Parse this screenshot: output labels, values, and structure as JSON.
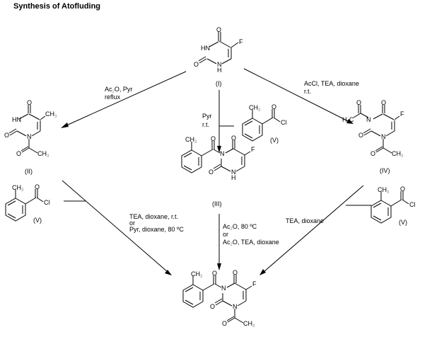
{
  "title": "Synthesis of Atofluding",
  "compounds": {
    "I": {
      "label": "(I)",
      "atoms": {
        "o_top": "O",
        "hn": "HN",
        "f": "F",
        "o_left": "O",
        "n": "N",
        "h": "H"
      }
    },
    "II": {
      "label": "(II)",
      "atoms": {
        "o_top": "O",
        "hn": "HN",
        "ch3": "CH",
        "ch3_sub": "3",
        "o_left": "O",
        "n": "N",
        "o_ac": "O",
        "ch3_ac": "CH",
        "ch3_ac_sub": "3"
      }
    },
    "III": {
      "label": "(III)",
      "atoms": {
        "ch3": "CH",
        "ch3_sub": "3",
        "o_acyl": "O",
        "o_top": "O",
        "n": "N",
        "f": "F",
        "o_left": "O",
        "nh": "N",
        "h": "H"
      }
    },
    "IV": {
      "label": "(IV)",
      "atoms": {
        "o_ac1": "O",
        "o_top": "O",
        "h3c": "H",
        "h3c_sub": "3",
        "h3c_c": "C",
        "n": "N",
        "f": "F",
        "o_left": "O",
        "n2": "N",
        "o_ac2": "O",
        "ch3": "CH",
        "ch3_sub": "3"
      }
    },
    "V": {
      "label": "(V)",
      "atoms": {
        "ch3": "CH",
        "ch3_sub": "3",
        "o": "O",
        "cl": "Cl"
      }
    },
    "product": {
      "atoms": {
        "ch3": "CH",
        "ch3_sub": "3",
        "o_acyl": "O",
        "o_top": "O",
        "n": "N",
        "f": "F",
        "o_left": "O",
        "n2": "N",
        "o_ac": "O",
        "ch3_ac": "CH",
        "ch3_ac_sub": "3"
      }
    }
  },
  "conditions": {
    "I_to_II": {
      "line1_a": "Ac",
      "line1_sub": "2",
      "line1_b": "O, Pyr",
      "line2": "reflux"
    },
    "I_to_IV": {
      "line1": "AcCl, TEA, dioxane",
      "line2": "r.t."
    },
    "I_to_III": {
      "line1": "Pyr",
      "line2": "r.t."
    },
    "II_to_P": {
      "line1": "TEA, dioxane, r.t.",
      "line2": "or",
      "line3": "Pyr, dioxane, 80 ºC"
    },
    "III_to_P": {
      "l1_a": "Ac",
      "l1_sub": "2",
      "l1_b": "O, 80 ºC",
      "l2": "or",
      "l3_a": "Ac",
      "l3_sub": "2",
      "l3_b": "O, TEA, dioxane"
    },
    "IV_to_P": {
      "line1": "TEA, dioxane"
    }
  }
}
